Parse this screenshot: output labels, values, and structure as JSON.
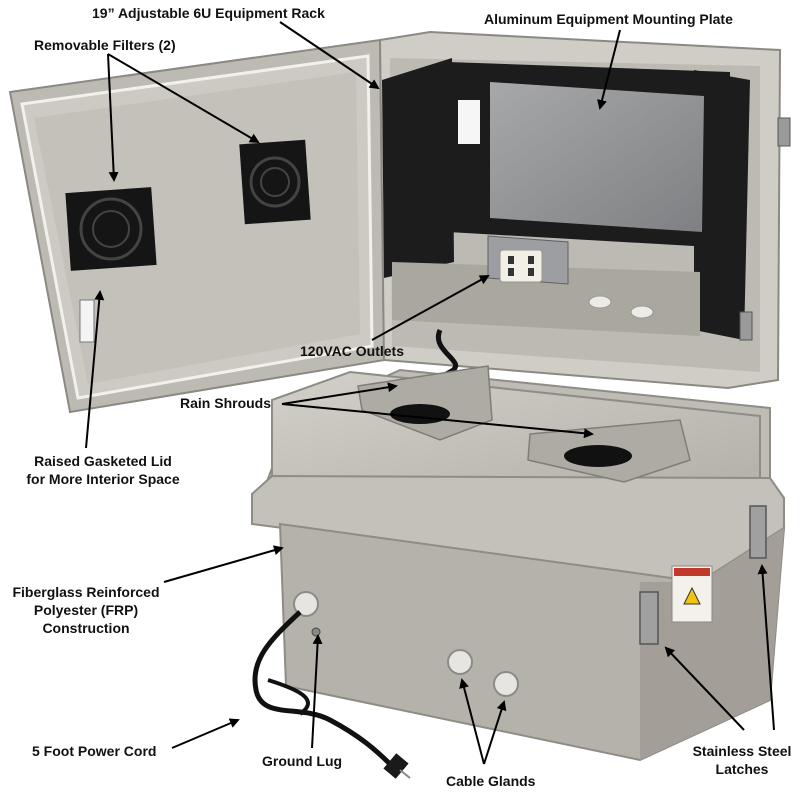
{
  "labels": {
    "rack": "19” Adjustable 6U Equipment Rack",
    "plate": "Aluminum Equipment Mounting Plate",
    "filters": "Removable Filters (2)",
    "outlets": "120VAC Outlets",
    "shrouds": "Rain Shrouds",
    "lid_line1": "Raised Gasketed Lid",
    "lid_line2": "for More Interior Space",
    "frp_line1": "Fiberglass Reinforced",
    "frp_line2": "Polyester (FRP)",
    "frp_line3": "Construction",
    "power_cord": "5 Foot Power Cord",
    "ground_lug": "Ground Lug",
    "cable_glands": "Cable Glands",
    "latches_line1": "Stainless Steel",
    "latches_line2": "Latches"
  },
  "colors": {
    "enclosure": "#c9c6bf",
    "enclosure_shadow": "#a9a69f",
    "rack": "#1c1c1c",
    "plate": "#8e8f91",
    "arrow": "#000000"
  }
}
